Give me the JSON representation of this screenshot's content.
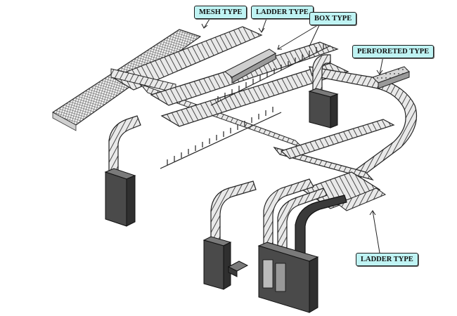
{
  "callouts": {
    "mesh": "MESH TYPE",
    "ladder_top": "LADDER TYPE",
    "box": "BOX TYPE",
    "perforated": "PERFORETED TYPE",
    "ladder_bottom": "LADDER TYPE"
  },
  "colors": {
    "tray_fill": "#e4e4e4",
    "tray_line": "#2a2a2a",
    "cabinet": "#4a4a4a",
    "callout_fill": "#bff3f3"
  }
}
